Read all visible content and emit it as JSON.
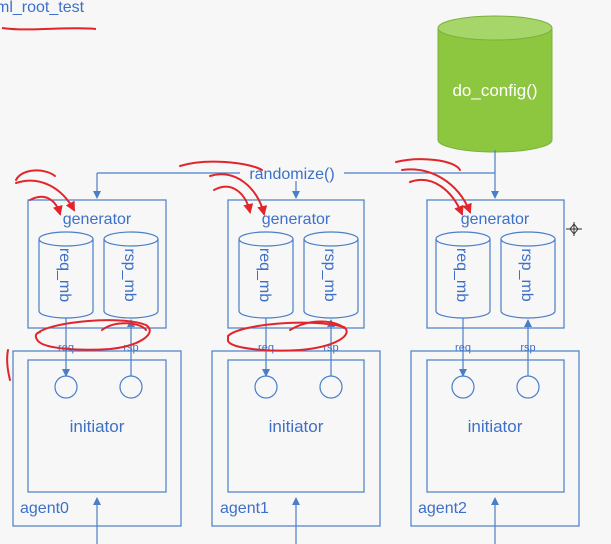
{
  "title_fragment": "ml_root_test",
  "config_label": "do_config()",
  "randomize_label": "randomize()",
  "units": [
    {
      "generator_label": "generator",
      "req_mb_label": "req_mb",
      "rsp_mb_label": "rsp_mb",
      "req_label": "req",
      "rsp_label": "rsp",
      "initiator_label": "initiator",
      "agent_label": "agent0"
    },
    {
      "generator_label": "generator",
      "req_mb_label": "req_mb",
      "rsp_mb_label": "rsp_mb",
      "req_label": "req",
      "rsp_label": "rsp",
      "initiator_label": "initiator",
      "agent_label": "agent1"
    },
    {
      "generator_label": "generator",
      "req_mb_label": "req_mb",
      "rsp_mb_label": "rsp_mb",
      "req_label": "req",
      "rsp_label": "rsp",
      "initiator_label": "initiator",
      "agent_label": "agent2"
    }
  ],
  "colors": {
    "line": "#4a7fc8",
    "text": "#3d70c8",
    "config_fill": "#8dc63f",
    "config_top": "#a6d56a",
    "annotation": "#e0262c"
  }
}
